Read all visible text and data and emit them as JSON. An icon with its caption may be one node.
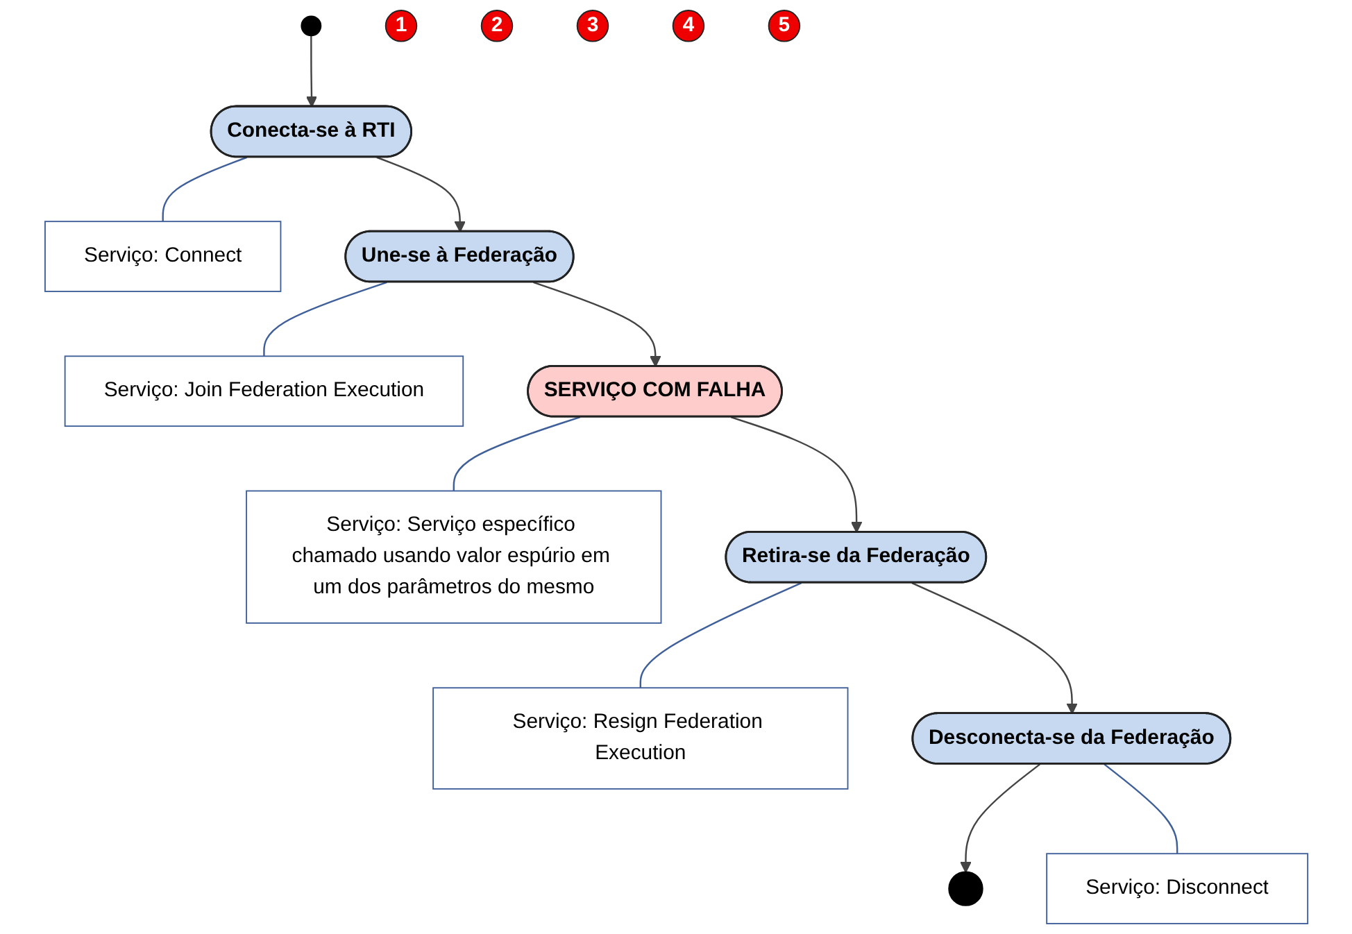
{
  "diagram": {
    "nodes": [
      {
        "text": [],
        "shape": "circle"
      },
      {
        "text": [
          "Conecta-se à RTI"
        ]
      },
      {
        "text": [
          "Serviço: Connect"
        ]
      },
      {
        "text": [
          "1"
        ]
      },
      {
        "text": [
          "Une-se à Federação"
        ]
      },
      {
        "text": [
          "Serviço: Join Federation Execution"
        ]
      },
      {
        "text": [
          "2"
        ]
      },
      {
        "text": [
          "SERVIÇO COM FALHA"
        ]
      },
      {
        "text": [
          "Serviço: Serviço específico chamado usando valor espúrio em um dos parâmetros do mesmo"
        ]
      },
      {
        "text": [
          "3"
        ]
      },
      {
        "text": [
          "Retira-se da Federação"
        ]
      },
      {
        "text": [
          "Serviço: Resign Federation Execution"
        ]
      },
      {
        "text": [
          "4"
        ]
      },
      {
        "text": [
          "Desconecta-se da Federação"
        ]
      },
      {
        "text": [
          "Serviço: Disconnect"
        ]
      },
      {
        "text": [
          "5"
        ]
      },
      {
        "text": [],
        "shape": "circle"
      }
    ],
    "edges": [
      {
        "from": 0,
        "to": 1,
        "arrow": "to"
      },
      {
        "from": 1,
        "to": 4,
        "arrow": "to"
      },
      {
        "from": 4,
        "to": 7,
        "arrow": "to"
      },
      {
        "from": 7,
        "to": 10,
        "arrow": "to"
      },
      {
        "from": 10,
        "to": 13,
        "arrow": "to"
      },
      {
        "from": 13,
        "to": 16,
        "arrow": "to"
      },
      {
        "from": 1,
        "to": 2,
        "arrow": "none",
        "color": "#3f5f9a"
      },
      {
        "from": 4,
        "to": 5,
        "arrow": "none",
        "color": "#3f5f9a"
      },
      {
        "from": 7,
        "to": 8,
        "arrow": "none",
        "color": "#3f5f9a"
      },
      {
        "from": 10,
        "to": 11,
        "arrow": "none",
        "color": "#3f5f9a"
      },
      {
        "from": 13,
        "to": 14,
        "arrow": "none",
        "color": "#3f5f9a"
      }
    ]
  }
}
